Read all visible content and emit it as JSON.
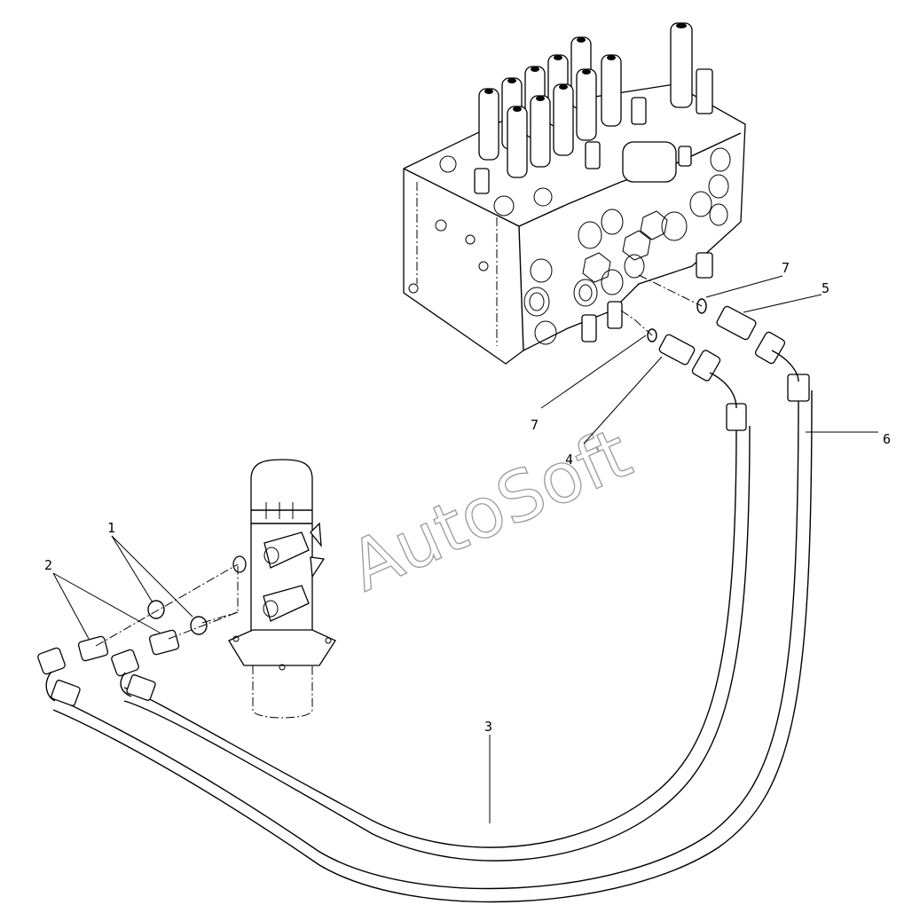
{
  "watermark": "AutoSoft",
  "callouts": [
    {
      "id": "1",
      "label": "1"
    },
    {
      "id": "2",
      "label": "2"
    },
    {
      "id": "3",
      "label": "3"
    },
    {
      "id": "4",
      "label": "4"
    },
    {
      "id": "5",
      "label": "5"
    },
    {
      "id": "6",
      "label": "6"
    },
    {
      "id": "7a",
      "label": "7"
    },
    {
      "id": "7b",
      "label": "7"
    }
  ]
}
